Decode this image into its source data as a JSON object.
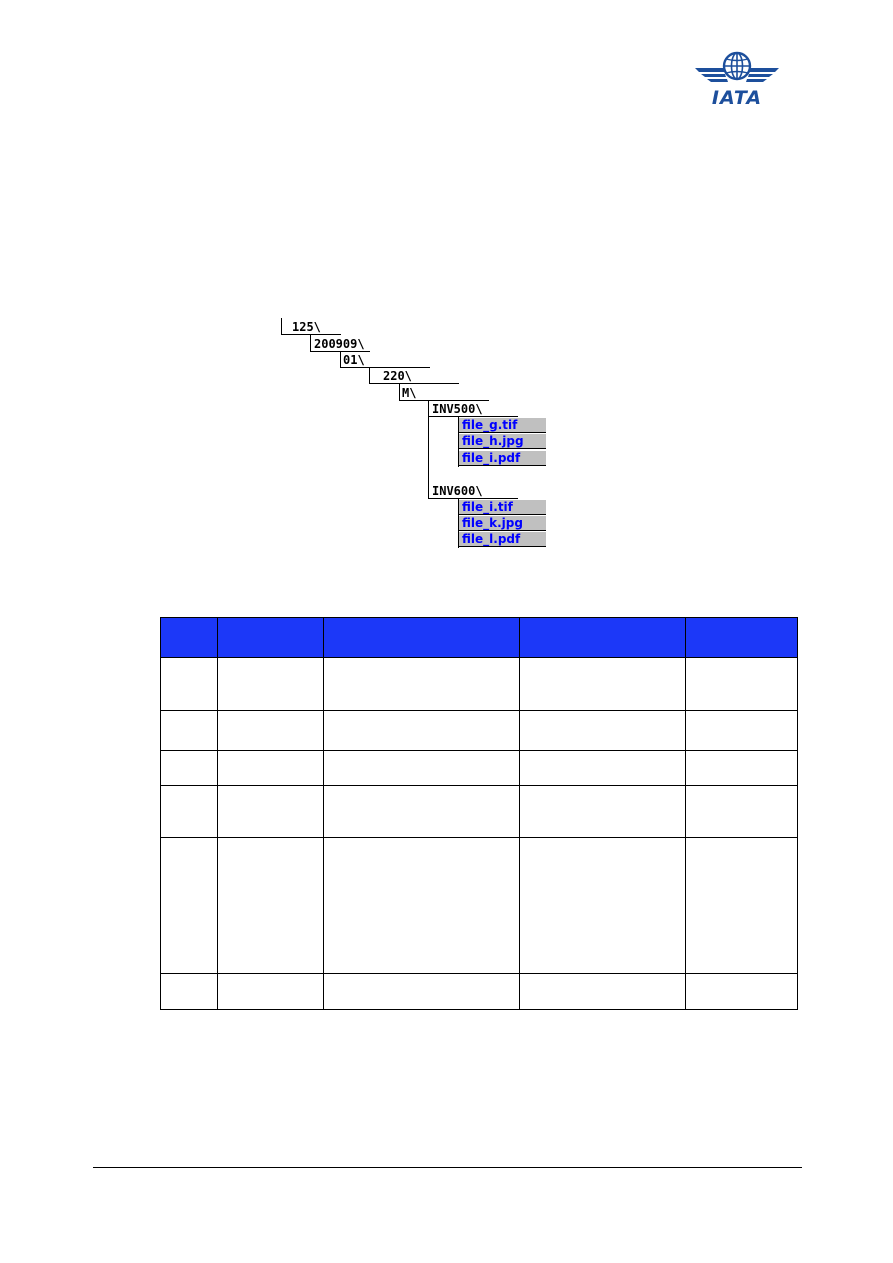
{
  "logo": {
    "text": "IATA",
    "color": "#1d4f9c"
  },
  "tree": {
    "folders": [
      "125\\",
      "200909\\",
      "01\\",
      "220\\",
      "M\\",
      "INV500\\",
      "INV600\\"
    ],
    "inv500_files": [
      "file_g.tif",
      "file_h.jpg",
      "file_i.pdf"
    ],
    "inv600_files": [
      "file_i.tif",
      "file_k.jpg",
      "file_l.pdf"
    ]
  },
  "table": {
    "header_color": "#1c38f8",
    "columns": [
      "",
      "",
      "",
      "",
      ""
    ],
    "rows": [
      [
        "",
        "",
        "",
        "",
        ""
      ],
      [
        "",
        "",
        "",
        "",
        ""
      ],
      [
        "",
        "",
        "",
        "",
        ""
      ],
      [
        "",
        "",
        "",
        "",
        ""
      ],
      [
        "",
        "",
        "",
        "",
        ""
      ],
      [
        "",
        "",
        "",
        "",
        ""
      ]
    ]
  }
}
